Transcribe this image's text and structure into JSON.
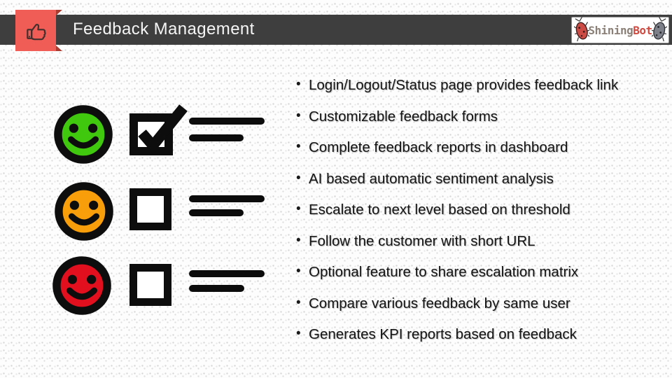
{
  "header": {
    "title": "Feedback Management",
    "icon": "thumbs-up"
  },
  "logo": {
    "name": "ShiningBot",
    "part_gray": "Shining",
    "part_red": "Bot"
  },
  "bullets": [
    "Login/Logout/Status page provides feedback link",
    "Customizable feedback forms",
    "Complete feedback reports in dashboard",
    "AI based automatic sentiment analysis",
    "Escalate to next level based on threshold",
    "Follow the customer with short URL",
    "Optional feature to share escalation matrix",
    "Compare various feedback by same user",
    "Generates KPI reports based on feedback"
  ],
  "sentiment_rows": [
    {
      "label": "positive",
      "face_color": "#3fc80d",
      "checkbox_state": "checked"
    },
    {
      "label": "neutral",
      "face_color": "#f89e0a",
      "checkbox_state": "unchecked"
    },
    {
      "label": "negative",
      "face_color": "#e2101f",
      "checkbox_state": "unchecked"
    }
  ],
  "colors": {
    "title_bar": "#3e3e3e",
    "accent_red": "#ef5d56",
    "fold_red": "#a93b31",
    "ink": "#0d0d0d",
    "logo_text_gray": "#8b8178",
    "logo_text_red": "#cf4a41"
  }
}
